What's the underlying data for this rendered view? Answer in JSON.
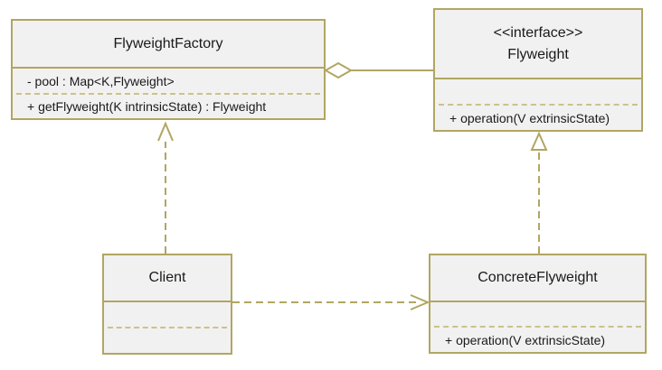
{
  "diagram": {
    "type": "uml-class-diagram",
    "pattern": "Flyweight",
    "colors": {
      "box_border": "#b1a662",
      "box_fill": "#f1f1f1",
      "member_separator": "#ccc28a",
      "text": "#1a1a1a",
      "canvas_background": "#ffffff"
    },
    "classes": {
      "flyweight_factory": {
        "name": "FlyweightFactory",
        "attributes": [
          "- pool : Map<K,Flyweight>"
        ],
        "methods": [
          "+ getFlyweight(K intrinsicState) : Flyweight"
        ]
      },
      "flyweight": {
        "stereotype": "<<interface>>",
        "name": "Flyweight",
        "attributes": [],
        "methods": [
          "+ operation(V extrinsicState)"
        ]
      },
      "client": {
        "name": "Client",
        "attributes": [],
        "methods": []
      },
      "concrete_flyweight": {
        "name": "ConcreteFlyweight",
        "attributes": [],
        "methods": [
          "+ operation(V extrinsicState)"
        ]
      }
    },
    "relationships": [
      {
        "type": "aggregation",
        "from": "FlyweightFactory",
        "to": "Flyweight",
        "line": "solid",
        "marker": "open-diamond-at-source"
      },
      {
        "type": "dependency",
        "from": "Client",
        "to": "FlyweightFactory",
        "line": "dashed",
        "marker": "open-arrow-at-target"
      },
      {
        "type": "dependency",
        "from": "Client",
        "to": "ConcreteFlyweight",
        "line": "dashed",
        "marker": "open-arrow-at-target"
      },
      {
        "type": "realization",
        "from": "ConcreteFlyweight",
        "to": "Flyweight",
        "line": "dashed",
        "marker": "hollow-triangle-at-target"
      }
    ]
  }
}
